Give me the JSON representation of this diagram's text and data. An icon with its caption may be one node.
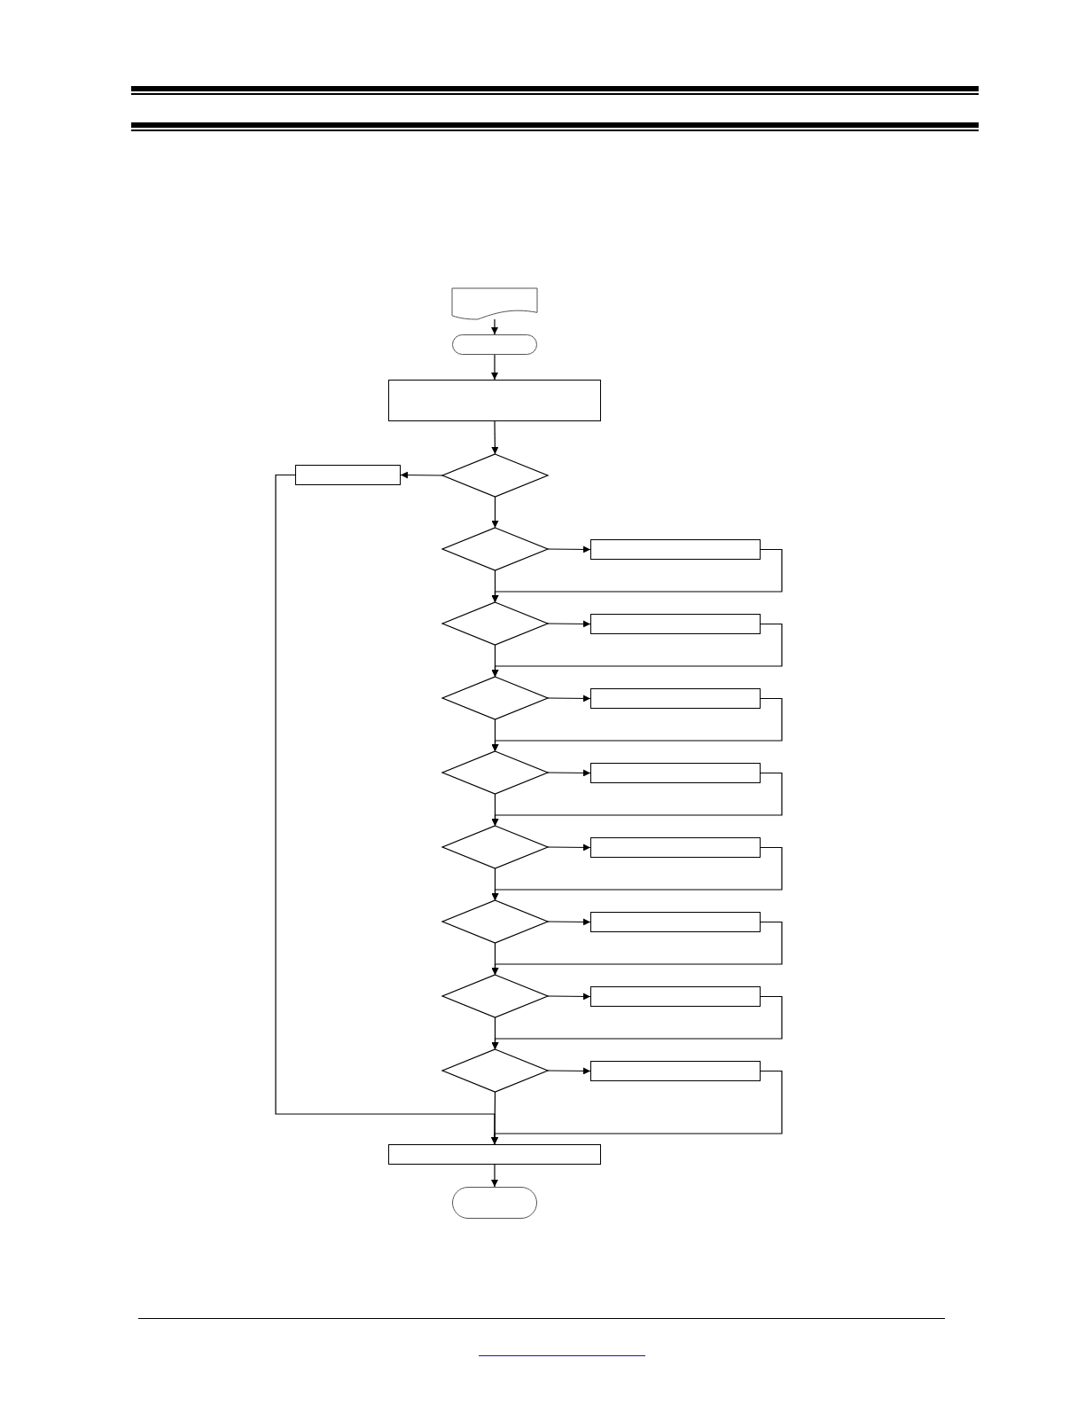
{
  "diagram": {
    "nodes": [
      {
        "text": [],
        "shape": "document"
      },
      {
        "text": [],
        "shape": "terminator"
      },
      {
        "text": [],
        "shape": "box"
      },
      {
        "text": [],
        "shape": "box"
      },
      {
        "text": [],
        "shape": "diamond"
      },
      {
        "text": [],
        "shape": "diamond"
      },
      {
        "text": [],
        "shape": "box"
      },
      {
        "text": [],
        "shape": "diamond"
      },
      {
        "text": [],
        "shape": "box"
      },
      {
        "text": [],
        "shape": "diamond"
      },
      {
        "text": [],
        "shape": "box"
      },
      {
        "text": [],
        "shape": "diamond"
      },
      {
        "text": [],
        "shape": "box"
      },
      {
        "text": [],
        "shape": "diamond"
      },
      {
        "text": [],
        "shape": "box"
      },
      {
        "text": [],
        "shape": "diamond"
      },
      {
        "text": [],
        "shape": "box"
      },
      {
        "text": [],
        "shape": "diamond"
      },
      {
        "text": [],
        "shape": "box"
      },
      {
        "text": [],
        "shape": "diamond"
      },
      {
        "text": [],
        "shape": "box"
      },
      {
        "text": [],
        "shape": "box"
      },
      {
        "text": [],
        "shape": "terminator"
      }
    ],
    "edges": [
      {
        "from": 0,
        "to": 1,
        "arrow": "to"
      },
      {
        "from": 1,
        "to": 2,
        "arrow": "to"
      },
      {
        "from": 2,
        "to": 4,
        "arrow": "to"
      },
      {
        "from": 4,
        "to": 3,
        "arrow": "to"
      },
      {
        "from": 4,
        "to": 5,
        "arrow": "to"
      },
      {
        "from": 5,
        "to": 6,
        "arrow": "to"
      },
      {
        "from": 6,
        "to": 7,
        "arrow": "to"
      },
      {
        "from": 5,
        "to": 7,
        "arrow": "to"
      },
      {
        "from": 7,
        "to": 8,
        "arrow": "to"
      },
      {
        "from": 8,
        "to": 9,
        "arrow": "to"
      },
      {
        "from": 7,
        "to": 9,
        "arrow": "to"
      },
      {
        "from": 9,
        "to": 10,
        "arrow": "to"
      },
      {
        "from": 10,
        "to": 11,
        "arrow": "to"
      },
      {
        "from": 9,
        "to": 11,
        "arrow": "to"
      },
      {
        "from": 11,
        "to": 12,
        "arrow": "to"
      },
      {
        "from": 12,
        "to": 13,
        "arrow": "to"
      },
      {
        "from": 11,
        "to": 13,
        "arrow": "to"
      },
      {
        "from": 13,
        "to": 14,
        "arrow": "to"
      },
      {
        "from": 14,
        "to": 15,
        "arrow": "to"
      },
      {
        "from": 13,
        "to": 15,
        "arrow": "to"
      },
      {
        "from": 15,
        "to": 16,
        "arrow": "to"
      },
      {
        "from": 16,
        "to": 17,
        "arrow": "to"
      },
      {
        "from": 15,
        "to": 17,
        "arrow": "to"
      },
      {
        "from": 17,
        "to": 18,
        "arrow": "to"
      },
      {
        "from": 18,
        "to": 19,
        "arrow": "to"
      },
      {
        "from": 17,
        "to": 19,
        "arrow": "to"
      },
      {
        "from": 19,
        "to": 20,
        "arrow": "to"
      },
      {
        "from": 20,
        "to": 21,
        "arrow": "to"
      },
      {
        "from": 19,
        "to": 21,
        "arrow": "to"
      },
      {
        "from": 3,
        "to": 21,
        "arrow": "to"
      },
      {
        "from": 21,
        "to": 22,
        "arrow": "to"
      }
    ]
  }
}
